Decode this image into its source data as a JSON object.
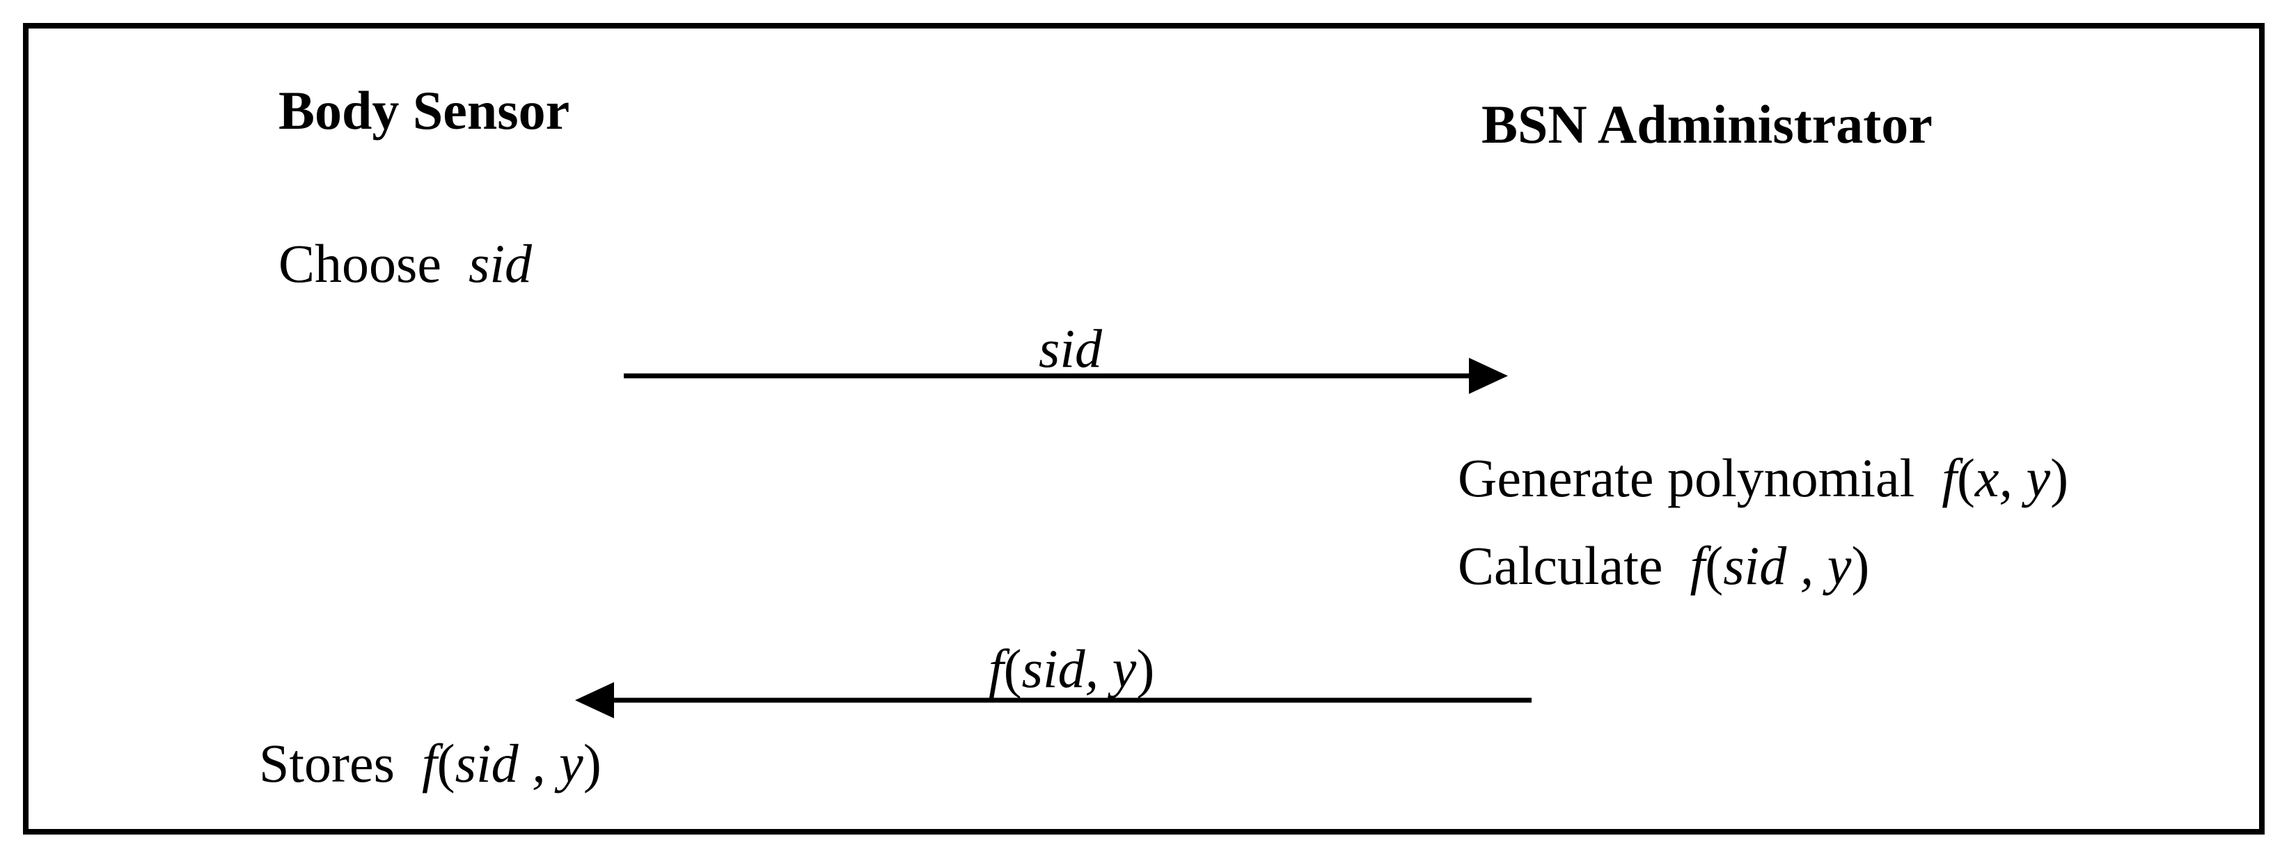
{
  "participants": {
    "left": "Body Sensor",
    "right": "BSN Administrator"
  },
  "steps": {
    "choose_prefix": "Choose",
    "choose_var": "sid",
    "generate_prefix": "Generate polynomial",
    "generate_func": "f",
    "generate_args": "x, y",
    "calculate_prefix": "Calculate",
    "calculate_func": "f",
    "calculate_args": "sid , y",
    "stores_prefix": "Stores",
    "stores_func": "f",
    "stores_args": "sid , y"
  },
  "messages": {
    "request_label": "sid",
    "request_direction": "left-to-right",
    "response_func": "f",
    "response_args": "sid, y",
    "response_direction": "right-to-left"
  },
  "colors": {
    "line": "#000000",
    "background": "#ffffff"
  }
}
